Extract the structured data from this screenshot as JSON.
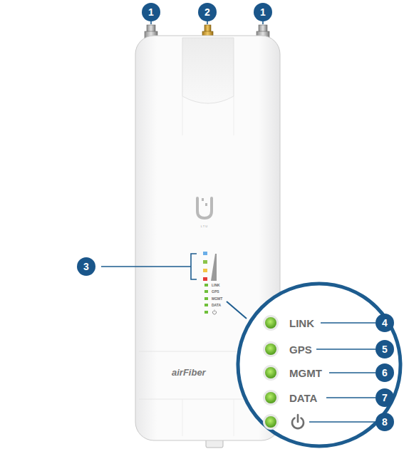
{
  "diagram": {
    "labels": [
      "1",
      "2",
      "1",
      "3",
      "4",
      "5",
      "6",
      "7",
      "8",
      "LINK",
      "GPS",
      "MGMT",
      "DATA",
      "LINK",
      "GPS",
      "MGMT",
      "DATA",
      "airFiber",
      "LTU"
    ]
  }
}
